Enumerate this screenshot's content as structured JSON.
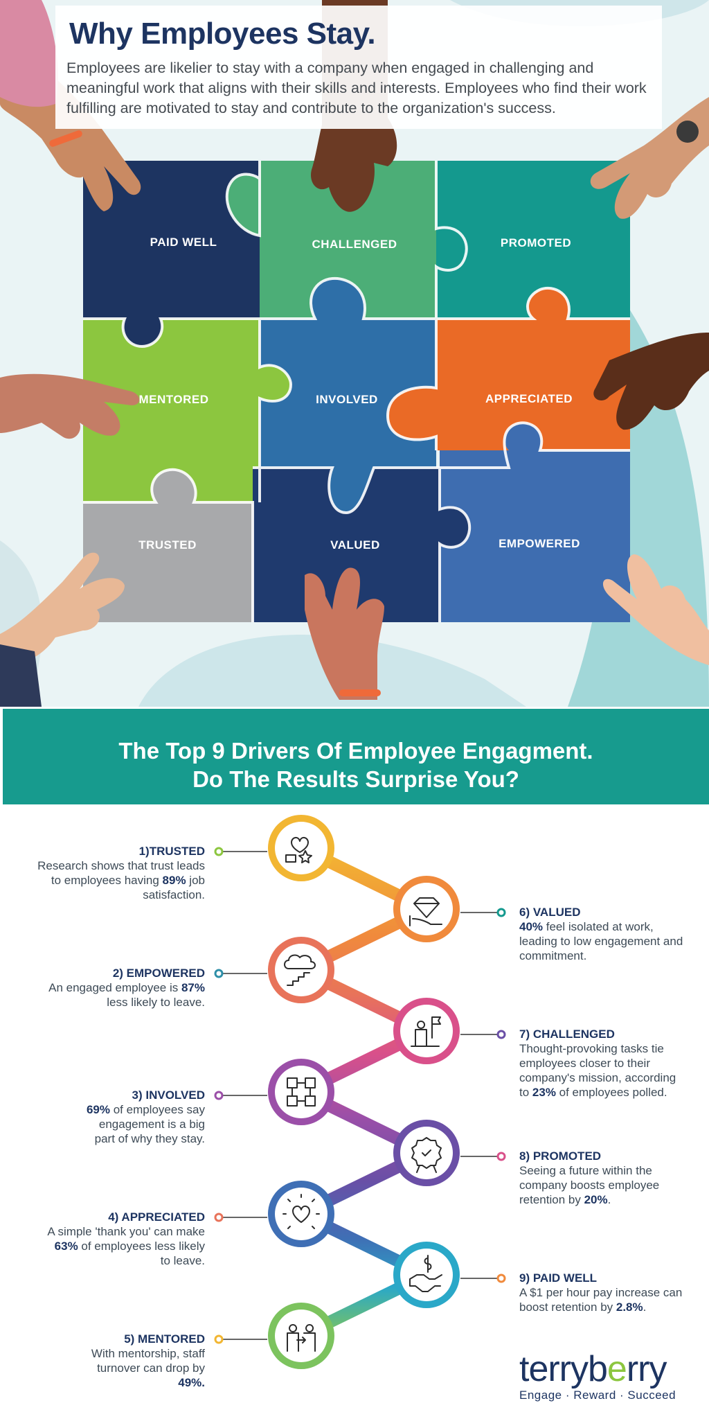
{
  "header": {
    "title": "Why Employees Stay.",
    "intro": "Employees are likelier to stay with a company when engaged in challenging and meaningful work that aligns with their skills and interests. Employees who find their work fulfilling are motivated to stay and contribute to the organization's success."
  },
  "puzzle": {
    "pieces": [
      {
        "label": "PAID WELL",
        "color": "#1d3461"
      },
      {
        "label": "CHALLENGED",
        "color": "#5ab56a"
      },
      {
        "label": "PROMOTED",
        "color": "#14998e"
      },
      {
        "label": "MENTORED",
        "color": "#8cc63f"
      },
      {
        "label": "INVOLVED",
        "color": "#2e6fa8"
      },
      {
        "label": "APPRECIATED",
        "color": "#ea6a26"
      },
      {
        "label": "TRUSTED",
        "color": "#a8a9ab"
      },
      {
        "label": "VALUED",
        "color": "#1f3a6e"
      },
      {
        "label": "EMPOWERED",
        "color": "#3e6db0"
      }
    ]
  },
  "banner": {
    "line1": "The Top 9 Drivers Of Employee Engagment.",
    "line2": "Do The Results Surprise You?",
    "color": "#179b8e"
  },
  "drivers": [
    {
      "heading": "1)TRUSTED",
      "pre": "Research shows that trust leads to employees having ",
      "stat": "89%",
      "post": " job satisfaction.",
      "icon": "heart-star-hand-icon",
      "color": "#f2b632"
    },
    {
      "heading": "6) VALUED",
      "pre": "",
      "stat": "40%",
      "post": " feel isolated at work, leading to low engagement and commitment.",
      "icon": "diamond-hand-icon",
      "color": "#f08a3c"
    },
    {
      "heading": "2) EMPOWERED",
      "pre": "An engaged employee is ",
      "stat": "87%",
      "post": " less likely to leave.",
      "icon": "cloud-stairs-icon",
      "color": "#e8735a"
    },
    {
      "heading": "7) CHALLENGED",
      "pre": "Thought-provoking tasks tie employees closer to their company's mission, according to ",
      "stat": "23%",
      "post": " of employees polled.",
      "icon": "person-flag-icon",
      "color": "#d9508a"
    },
    {
      "heading": "3) INVOLVED",
      "pre": "",
      "stat": "69%",
      "post": " of employees say engagement is a big part of why they stay.",
      "icon": "team-hands-icon",
      "color": "#9b4fa8"
    },
    {
      "heading": "8) PROMOTED",
      "pre": "Seeing a future within the company boosts employee retention by ",
      "stat": "20%",
      "post": ".",
      "icon": "award-badge-icon",
      "color": "#6a4fa6"
    },
    {
      "heading": "4) APPRECIATED",
      "pre": "A simple 'thank you' can make ",
      "stat": "63%",
      "post": " of employees less likely to leave.",
      "icon": "glowing-heart-icon",
      "color": "#3f6fb5"
    },
    {
      "heading": "9) PAID WELL",
      "pre": "A $1 per hour pay increase can boost retention by ",
      "stat": "2.8%",
      "post": ".",
      "icon": "handshake-dollar-icon",
      "color": "#2aa8c8"
    },
    {
      "heading": "5) MENTORED",
      "pre": "With mentorship, staff turnover can drop by ",
      "stat": "49%.",
      "post": "",
      "icon": "mentor-people-icon",
      "color": "#7cc35e"
    }
  ],
  "logo": {
    "word_start": "terryb",
    "word_e": "e",
    "word_end": "rry",
    "tagline": "Engage · Reward · Succeed",
    "colors": {
      "navy": "#1d3461",
      "green": "#8cc63f"
    }
  }
}
